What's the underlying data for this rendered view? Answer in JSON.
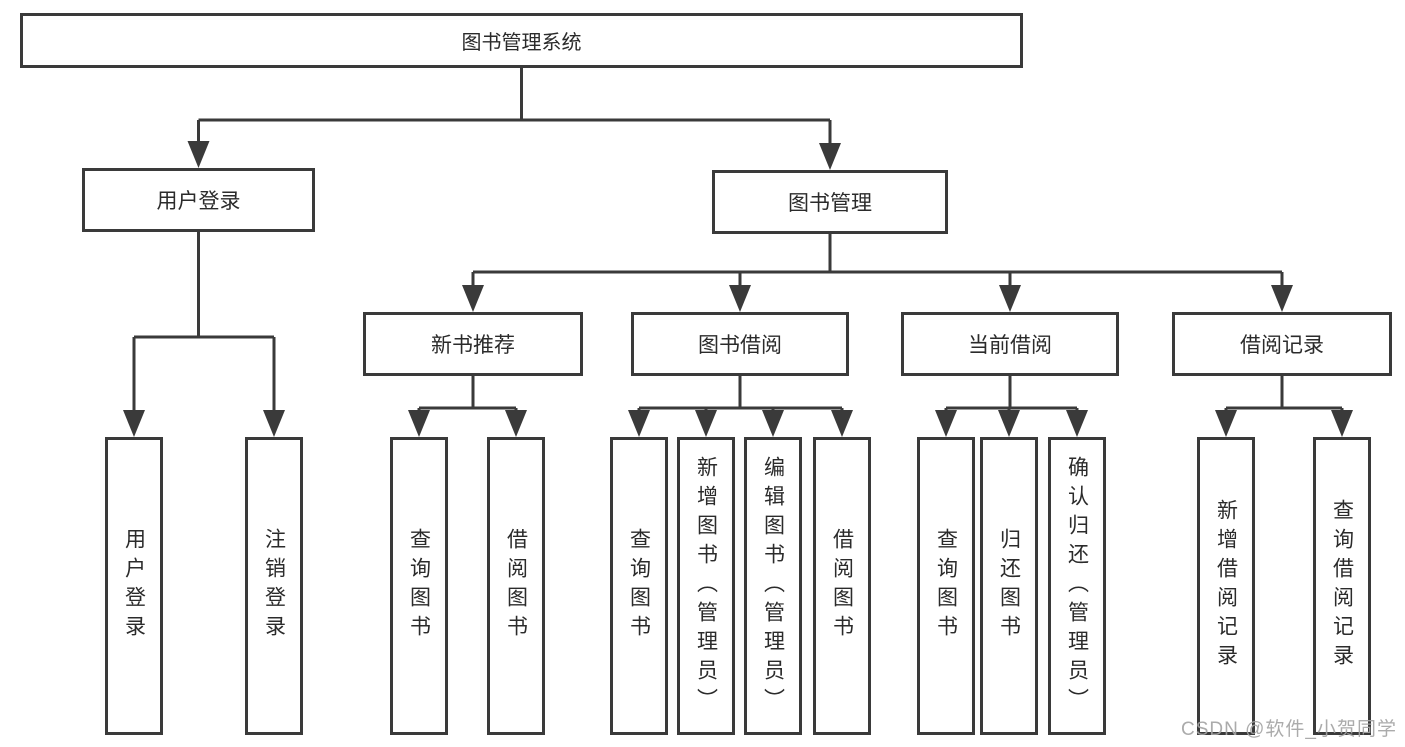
{
  "tree": {
    "root": {
      "label": "图书管理系统"
    },
    "children": [
      {
        "label": "用户登录",
        "children": [
          {
            "label": "用户登录"
          },
          {
            "label": "注销登录"
          }
        ]
      },
      {
        "label": "图书管理",
        "children": [
          {
            "label": "新书推荐",
            "children": [
              {
                "label": "查询图书"
              },
              {
                "label": "借阅图书"
              }
            ]
          },
          {
            "label": "图书借阅",
            "children": [
              {
                "label": "查询图书"
              },
              {
                "label": "新增图书（管理员）"
              },
              {
                "label": "编辑图书（管理员）"
              },
              {
                "label": "借阅图书"
              }
            ]
          },
          {
            "label": "当前借阅",
            "children": [
              {
                "label": "查询图书"
              },
              {
                "label": "归还图书"
              },
              {
                "label": "确认归还（管理员）"
              }
            ]
          },
          {
            "label": "借阅记录",
            "children": [
              {
                "label": "新增借阅记录"
              },
              {
                "label": "查询借阅记录"
              }
            ]
          }
        ]
      }
    ]
  },
  "watermark": {
    "text": "CSDN @软件_小贺同学"
  },
  "colors": {
    "line": "#3a3a3a",
    "box_border": "#3a3a3a",
    "text": "#2b2b2b",
    "watermark": "#a4a4a4",
    "background": "#ffffff"
  }
}
